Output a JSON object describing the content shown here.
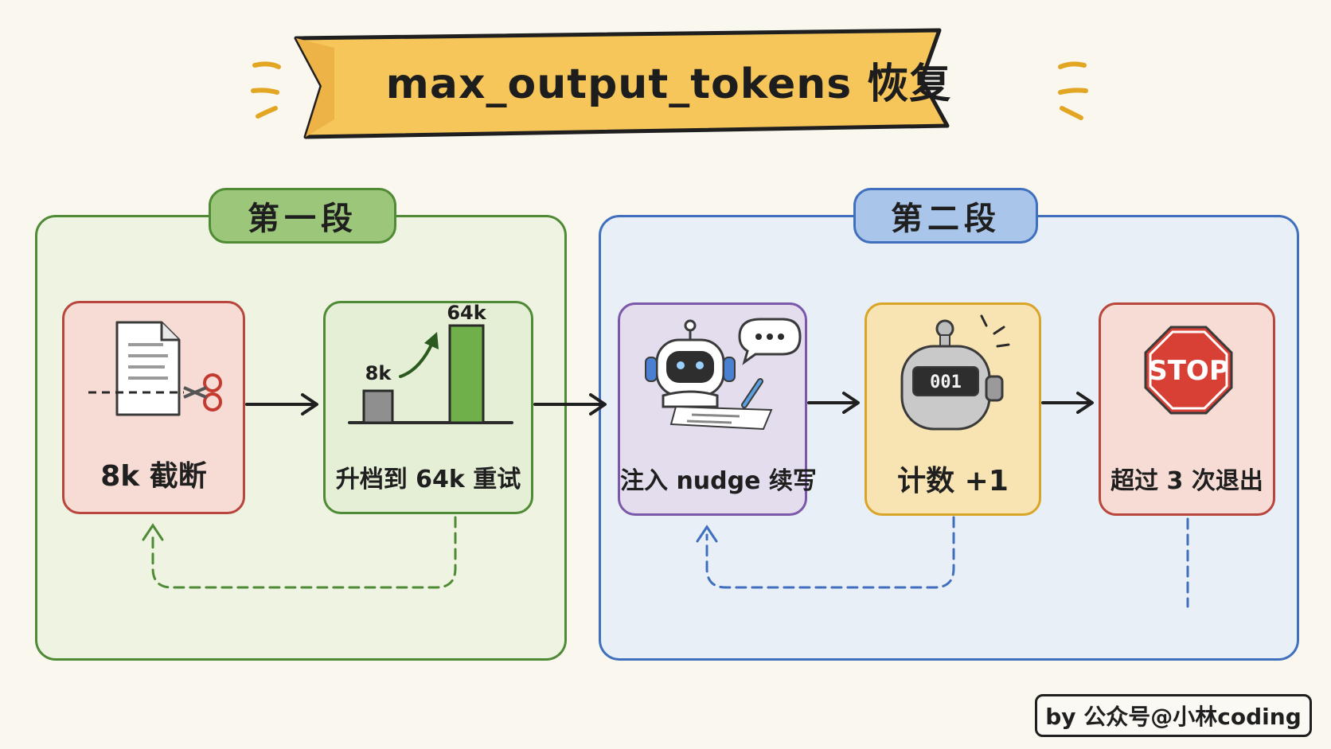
{
  "title": "max_output_tokens 恢复",
  "sections": [
    {
      "label": "第一段",
      "steps": [
        {
          "label": "8k 截断",
          "icon": "scissors-document-icon"
        },
        {
          "label": "升档到 64k 重试",
          "icon": "bar-growth-icon",
          "bar_labels": [
            "8k",
            "64k"
          ]
        }
      ]
    },
    {
      "label": "第二段",
      "steps": [
        {
          "label": "注入 nudge 续写",
          "icon": "robot-writing-icon"
        },
        {
          "label": "计数 +1",
          "icon": "tally-counter-icon",
          "counter_value": "001"
        },
        {
          "label": "超过 3 次退出",
          "icon": "stop-sign-icon",
          "sign_text": "STOP"
        }
      ]
    }
  ],
  "credit": "by 公众号@小林coding",
  "colors": {
    "background": "#faf7ef",
    "banner": "#f6c65b",
    "section1": "#4f8a34",
    "section2": "#3f6fbd",
    "red": "#b8463c",
    "purple": "#7c58a8",
    "yellow": "#d9a527"
  }
}
